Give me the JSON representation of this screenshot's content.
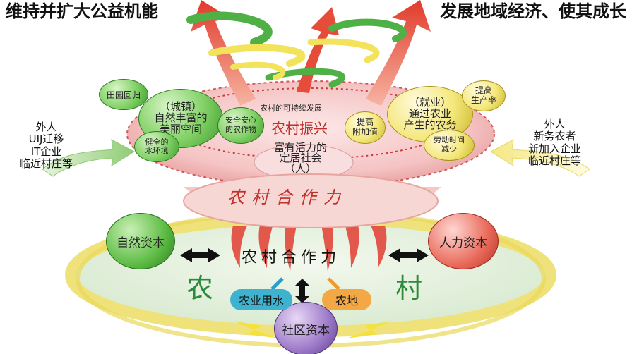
{
  "corners": {
    "top_left": "维持并扩大公益机能",
    "top_right": "发展地域经济、使其成长"
  },
  "left_side": [
    "外人",
    "UIJ迁移",
    "IT企业",
    "临近村庄等"
  ],
  "right_side": [
    "外人",
    "新务农者",
    "新加入企业",
    "临近村庄等"
  ],
  "top_bubbles": {
    "tianyuan": "田园回归",
    "chengzhen": [
      "（城镇）",
      "自然丰富的",
      "美丽空间"
    ],
    "anquan": [
      "安全安心",
      "的农作物"
    ],
    "huanjing": [
      "健全的",
      "水环境"
    ],
    "jiuye": [
      "（就业）",
      "通过农业",
      "产生的农务"
    ],
    "fujia": [
      "提高",
      "附加值"
    ],
    "laodong": [
      "劳动时间",
      "减少"
    ],
    "shengchan": [
      "提高",
      "生产率"
    ]
  },
  "center": {
    "sustainable": "农村的可持续发展",
    "revitalize": "农村振兴",
    "society": [
      "富有活力的",
      "定居社会",
      "（人）"
    ]
  },
  "upper_ring_label": [
    "农",
    "村",
    "合",
    "作",
    "力"
  ],
  "lower": {
    "inner_label": [
      "农",
      "村",
      "合",
      "作",
      "力"
    ],
    "natural_capital": "自然资本",
    "human_capital": "人力资本",
    "social_capital": "社区资本",
    "water": "农业用水",
    "farmland": "农地",
    "nong": "农",
    "cun": "村"
  },
  "colors": {
    "red_accent": "#c0302a",
    "green_accent": "#3f9a2f",
    "yellow_accent": "#f1e26b",
    "pink_disc": "#f6c6c6"
  }
}
